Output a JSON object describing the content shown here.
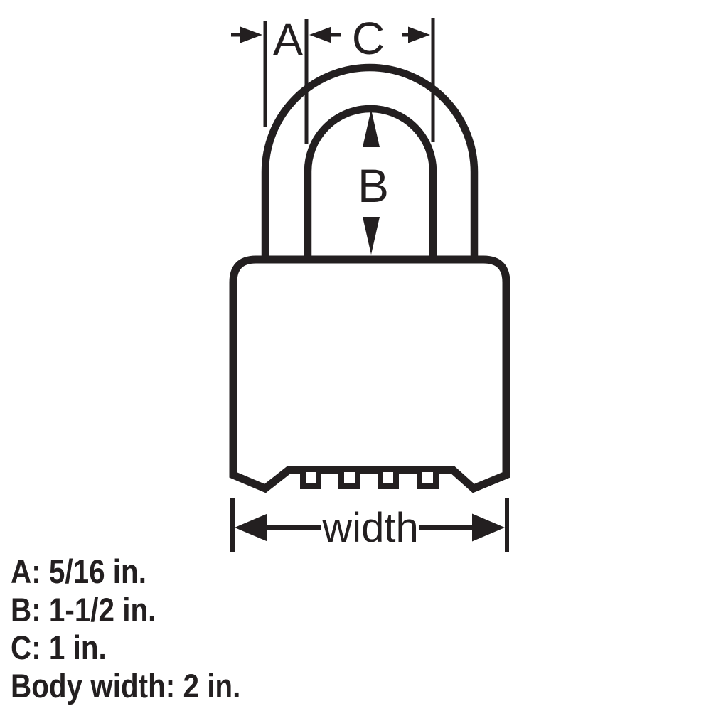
{
  "colors": {
    "ink": "#231f20",
    "background": "#ffffff"
  },
  "diagram": {
    "dim_a_label": "A",
    "dim_b_label": "B",
    "dim_c_label": "C",
    "width_label": "width"
  },
  "specs": [
    {
      "text": "A: 5/16 in."
    },
    {
      "text": "B: 1-1/2 in."
    },
    {
      "text": "C: 1 in."
    },
    {
      "text": "Body width: 2 in."
    }
  ]
}
